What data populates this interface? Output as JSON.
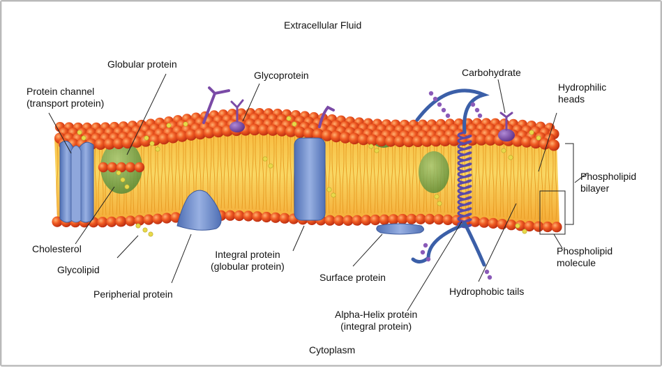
{
  "labels": {
    "extracellular": "Extracellular Fluid",
    "cytoplasm": "Cytoplasm",
    "globular_protein": "Globular protein",
    "glycoprotein": "Glycoprotein",
    "protein_channel": [
      "Protein channel",
      "(transport protein)"
    ],
    "carbohydrate": "Carbohydrate",
    "hydrophilic_heads": [
      "Hydrophilic",
      "heads"
    ],
    "phospholipid_bilayer": [
      "Phospholipid",
      "bilayer"
    ],
    "cholesterol": "Cholesterol",
    "glycolipid": "Glycolipid",
    "peripherial_protein": "Peripherial protein",
    "integral_protein": [
      "Integral protein",
      "(globular protein)"
    ],
    "surface_protein": "Surface protein",
    "alpha_helix": [
      "Alpha-Helix protein",
      "(integral protein)"
    ],
    "hydrophobic_tails": "Hydrophobic tails",
    "phospholipid_molecule": [
      "Phospholipid",
      "molecule"
    ]
  },
  "colors": {
    "head_red": "#e8401c",
    "head_highlight": "#ffb070",
    "tail_yellow": "#f6c43a",
    "tail_line": "#e79a22",
    "protein_blue": "#6f8fcf",
    "protein_dark": "#4a68ad",
    "glob_green": "#7daa4e",
    "carb_purple": "#7a4aa6",
    "cholesterol_yellow": "#e8d94a",
    "helix_blue": "#3b5fa8",
    "leader": "#222222"
  }
}
